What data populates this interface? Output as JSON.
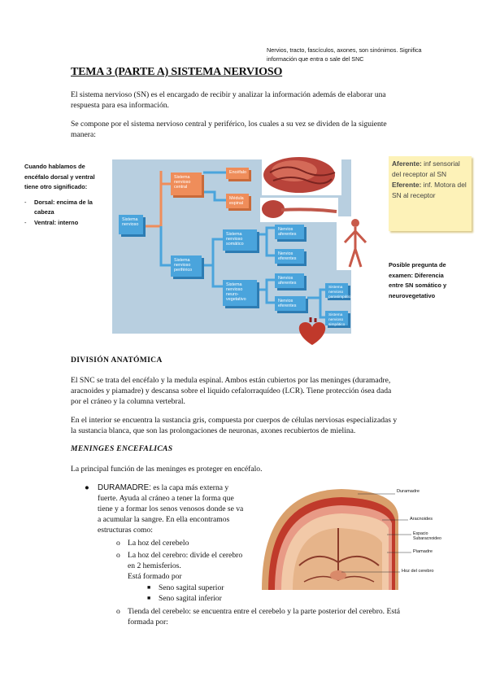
{
  "note_top": [
    "Nervios, tracto, fascículos, axones, son sinónimos. Significa",
    "información que entra o sale del SNC"
  ],
  "title": "TEMA 3 (PARTE A) SISTEMA NERVIOSO",
  "intro1": [
    "El sistema nervioso (SN) es el encargado de recibir y analizar la información además de elaborar una",
    "respuesta para esa información."
  ],
  "intro2": [
    "Se compone por el sistema nervioso central y periférico, los cuales a su vez se dividen de la siguiente",
    "manera:"
  ],
  "side_left": {
    "lines": [
      "Cuando hablamos de",
      "encéfalo dorsal y ventral",
      "tiene otro significado:"
    ],
    "items": [
      [
        "Dorsal: encima de la",
        "cabeza"
      ],
      [
        "Ventral: interno"
      ]
    ]
  },
  "diagram": {
    "sn": [
      "Sistema",
      "nervioso"
    ],
    "snc": [
      "Sistema",
      "nervioso",
      "central"
    ],
    "encefalo": "Encéfalo",
    "medula": [
      "Médula",
      "espinal"
    ],
    "snp": [
      "Sistema",
      "nervioso",
      "periférico"
    ],
    "somatico": [
      "Sistema",
      "nervioso",
      "somático"
    ],
    "n_aferentes1": [
      "Nervios",
      "aferentes"
    ],
    "n_eferentes1": [
      "Nervios",
      "eferentes"
    ],
    "vegetativo": [
      "Sistema",
      "nervioso",
      "neuro-",
      "vegetativo"
    ],
    "n_aferentes2": [
      "Nervios",
      "aferentes"
    ],
    "n_eferentes2": [
      "Nervios",
      "eferentes"
    ],
    "parasimpatico": [
      "Sistema nervioso",
      "parasimpático"
    ],
    "simpatico": [
      "Sistema nervioso",
      "simpático"
    ]
  },
  "sticky": {
    "aferente_label": "Aferente:",
    "aferente_text": "inf sensorial del receptor al SN",
    "eferente_label": "Eferente:",
    "eferente_text": "inf. Motora del SN al receptor"
  },
  "side_right": [
    "Posible pregunta de",
    "examen: Diferencia",
    "entre SN somático y",
    "neurovegetativo"
  ],
  "h_division": "DIVISIÓN ANATÓMICA",
  "division_p1": [
    "El SNC se trata del encéfalo y la medula espinal. Ambos están cubiertos por las meninges (duramadre,",
    "aracnoides y piamadre) y descansa sobre el liquido cefalorraquídeo (LCR). Tiene protección ósea dada",
    "por el cráneo y la columna vertebral."
  ],
  "division_p2": [
    "En el interior se encuentra la sustancia gris, compuesta por cuerpos de células nerviosas especializadas y",
    "la sustancia blanca, que son las prolongaciones de neuronas, axones recubiertos de mielina."
  ],
  "h_meninges": "MENINGES ENCEFALICAS",
  "meninges_p": "La principal función de las meninges es proteger en encéfalo.",
  "duramadre_label": "DURAMADRE:",
  "duramadre_text": [
    " es la capa más externa y",
    "fuerte. Ayuda al cráneo a tener la forma que",
    "tiene y a formar los senos venosos donde se va",
    "a acumular la sangre. En ella encontramos",
    "estructuras como:"
  ],
  "hoz_cerebelo": "La hoz del cerebelo",
  "hoz_cerebro": [
    "La hoz del cerebro: divide el cerebro",
    "en 2 hemisferios."
  ],
  "formado_por": "Está formado por",
  "seno_sup": "Seno sagital superior",
  "seno_inf": "Seno sagital inferior",
  "tienda": [
    "Tienda del cerebelo: se encuentra entre el cerebelo y la parte posterior del cerebro. Está",
    "formada por:"
  ],
  "brain_labels": {
    "duramadre": "Duramadre",
    "aracnoides": "Aracnoides",
    "espacio": "Espacio Subaracnoideo",
    "piamadre": "Piamadre",
    "hoz": "Hoz del cerebro"
  }
}
